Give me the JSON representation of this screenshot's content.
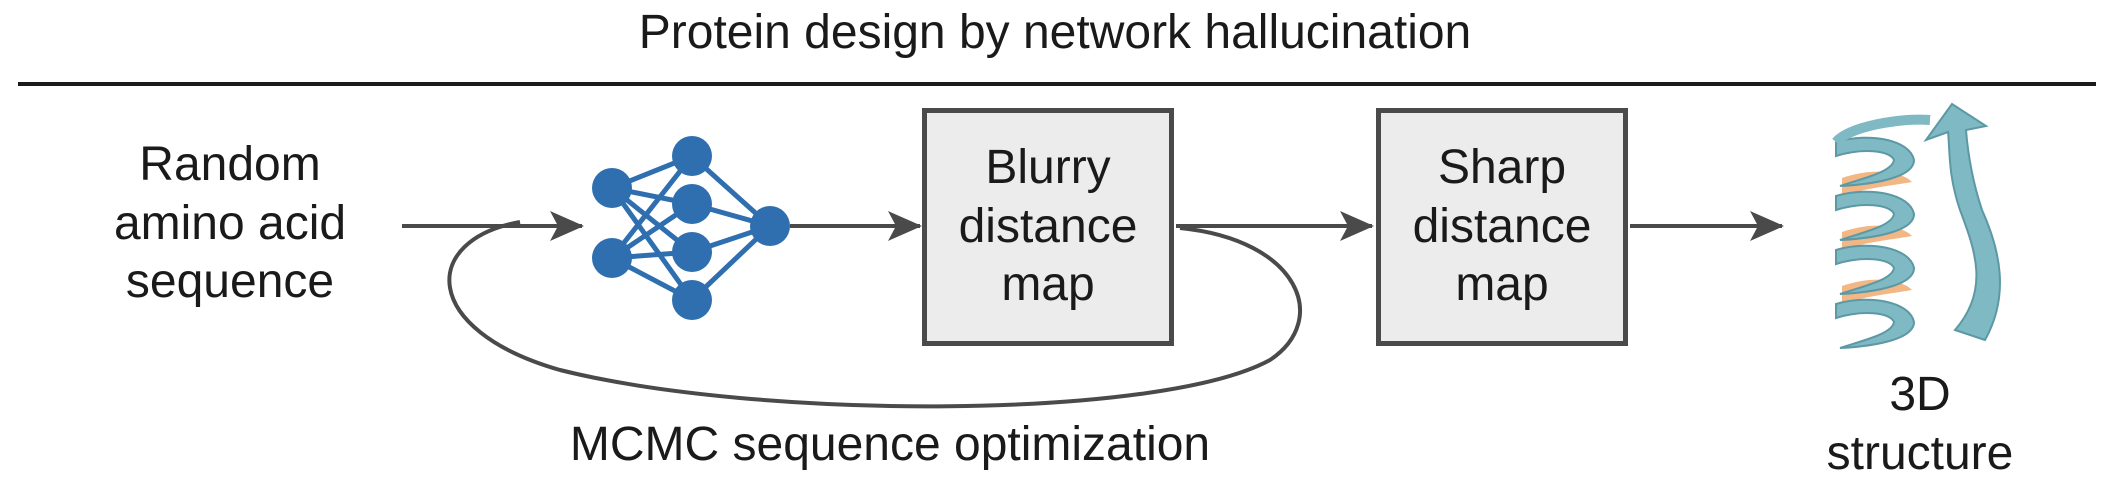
{
  "title": "Protein design by network hallucination",
  "input_label": "Random\namino acid\nsequence",
  "blurry_box": "Blurry\ndistance\nmap",
  "sharp_box": "Sharp\ndistance\nmap",
  "loop_label": "MCMC sequence optimization",
  "output_label": "3D\nstructure",
  "icons": {
    "network": "neural-network-icon",
    "protein": "protein-structure-icon"
  },
  "colors": {
    "network_blue": "#2f6fb0",
    "helix_orange": "#f2b784",
    "strand_teal": "#7fb9c3",
    "arrow_gray": "#4a4a4a",
    "box_fill": "#ececec"
  }
}
